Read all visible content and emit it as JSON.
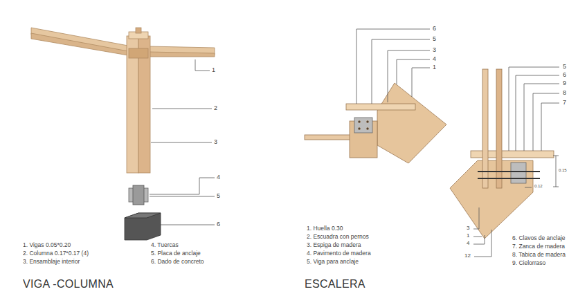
{
  "diagram": {
    "labels": [
      "1",
      "2",
      "3",
      "4",
      "5",
      "6",
      "1. Vigas 0.05*0.20",
      "2. Columna 0.17*0.17 (4)",
      "3. Ensamblaje interior",
      "4. Tuercas",
      "5. Placa de anclaje",
      "6. Dado de concreto",
      "VIGA -COLUMNA",
      "6",
      "5",
      "3",
      "4",
      "1",
      "1. Huella 0.30",
      "2. Escuadra con pernos",
      "3. Espiga de madera",
      "4. Pavimento de madera",
      "5. Viga para anclaje",
      "5",
      "6",
      "9",
      "8",
      "7",
      "0.15",
      "0.12",
      "3",
      "1",
      "4",
      "12",
      "6. Clavos de anclaje",
      "7. Zanca de madera",
      "8. Tabica de madera",
      "9. Cielorraso",
      "ESCALERA"
    ]
  }
}
